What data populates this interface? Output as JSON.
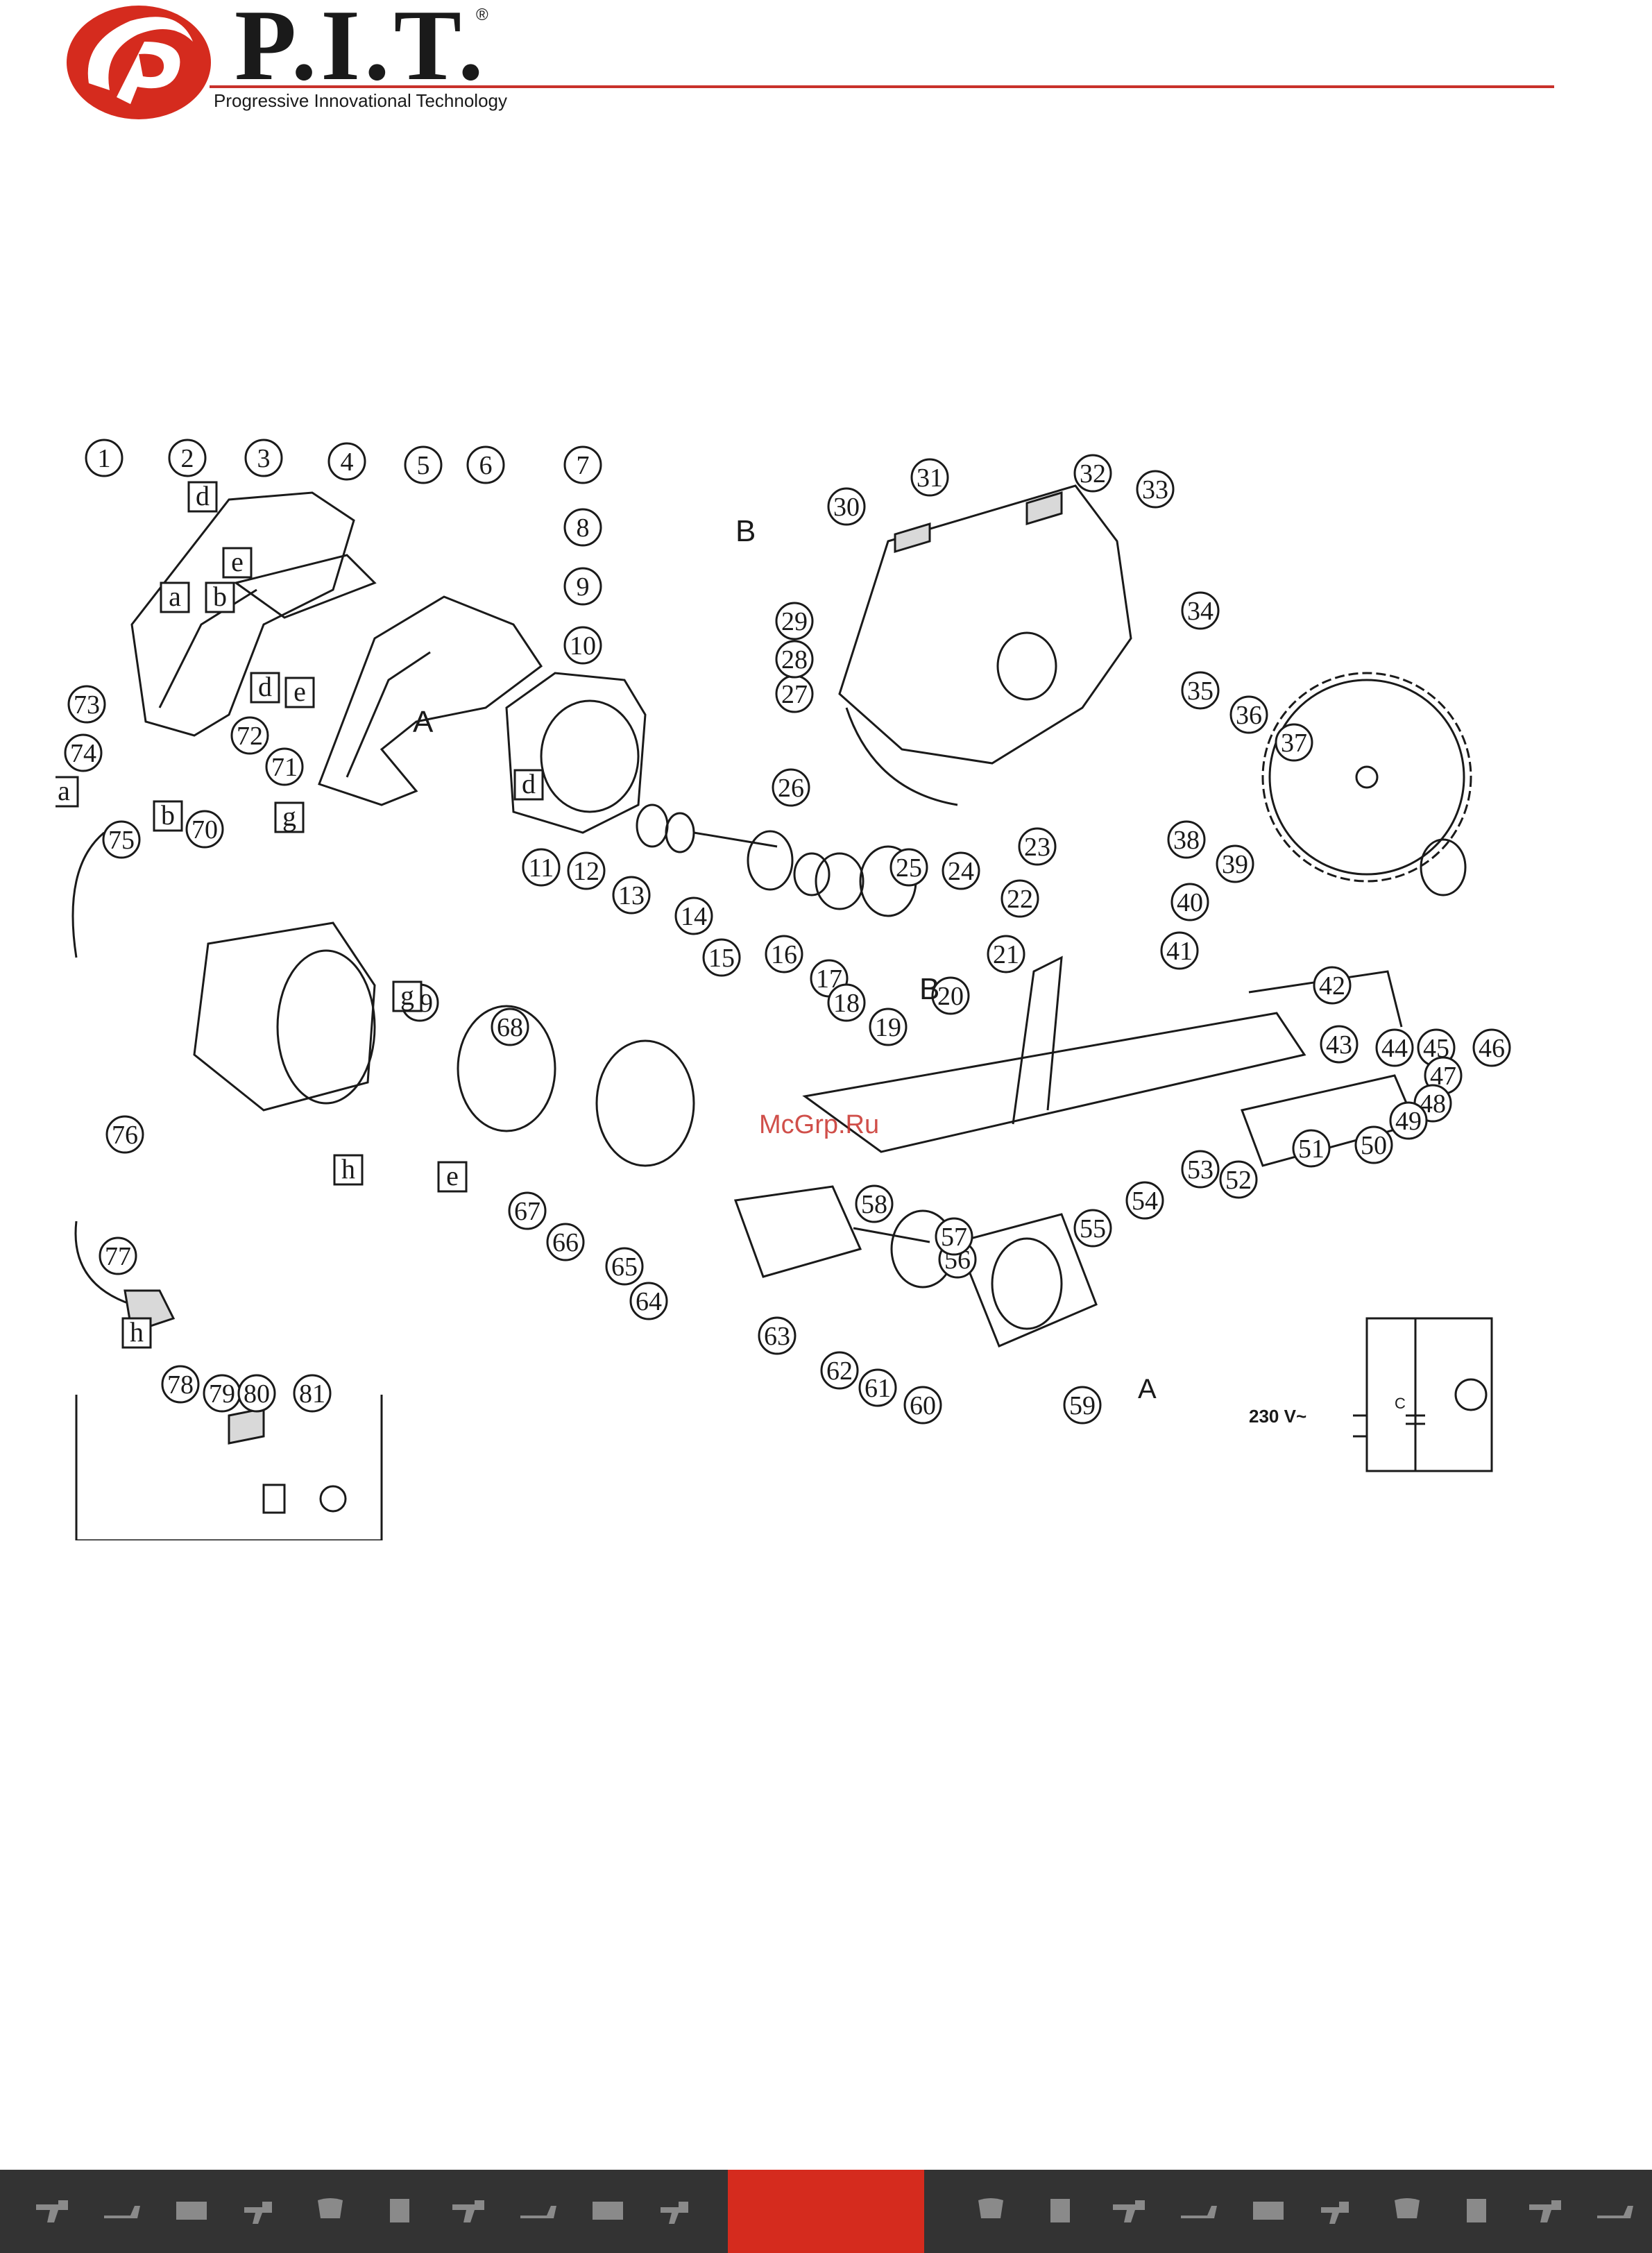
{
  "brand": {
    "name": "P.I.T.",
    "registered": "®",
    "tagline": "Progressive Innovational Technology",
    "accent_color": "#c8312b"
  },
  "watermark": "McGrp.Ru",
  "diagram": {
    "callouts": [
      "1",
      "2",
      "3",
      "4",
      "5",
      "6",
      "7",
      "8",
      "9",
      "10",
      "11",
      "12",
      "13",
      "14",
      "15",
      "16",
      "17",
      "18",
      "19",
      "20",
      "21",
      "22",
      "23",
      "24",
      "25",
      "26",
      "27",
      "28",
      "29",
      "30",
      "31",
      "32",
      "33",
      "34",
      "35",
      "36",
      "37",
      "38",
      "39",
      "40",
      "41",
      "42",
      "43",
      "44",
      "45",
      "46",
      "47",
      "48",
      "49",
      "50",
      "51",
      "52",
      "53",
      "54",
      "55",
      "56",
      "57",
      "58",
      "59",
      "60",
      "61",
      "62",
      "63",
      "64",
      "65",
      "66",
      "67",
      "68",
      "69",
      "70",
      "71",
      "72",
      "73",
      "74",
      "75",
      "76",
      "77",
      "78",
      "79",
      "80",
      "81"
    ],
    "connector_labels": [
      "a",
      "b",
      "d",
      "e",
      "g",
      "h"
    ],
    "assembly_labels": [
      "A",
      "B"
    ],
    "circuit": {
      "voltage": "230 V~",
      "capacitor": "C"
    }
  },
  "footer": {
    "bar_color": "#333333",
    "center_color": "#d52b1e",
    "icons": [
      "drill-icon",
      "saw-icon",
      "generator-icon",
      "hammer-icon",
      "mixer-icon",
      "battery-icon",
      "drill-icon",
      "saw-icon",
      "generator-icon",
      "hammer-icon",
      "mixer-icon",
      "battery-icon"
    ]
  }
}
